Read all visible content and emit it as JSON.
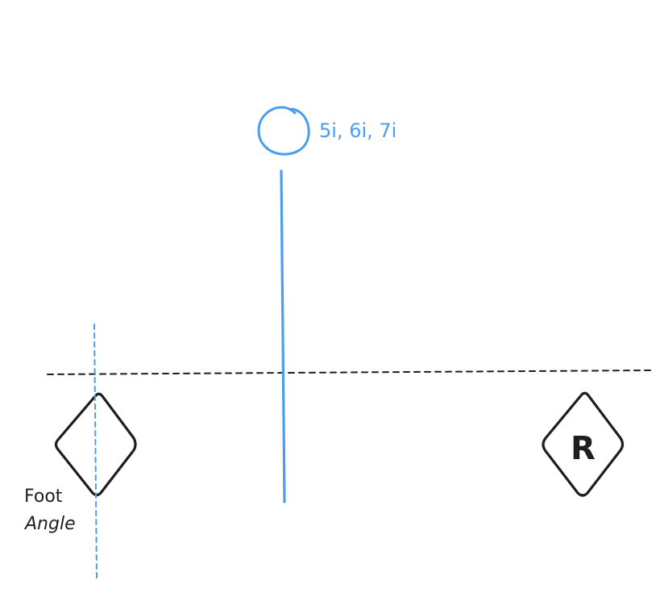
{
  "ball": {
    "label": "5i, 6i, 7i"
  },
  "front_marker": {
    "label": "R"
  },
  "back_marker": {
    "label_line1": "Foot",
    "label_line2": "Angle"
  },
  "colors": {
    "ink": "#1e1e1e",
    "accent": "#4a9eed",
    "background": "#ffffff"
  }
}
